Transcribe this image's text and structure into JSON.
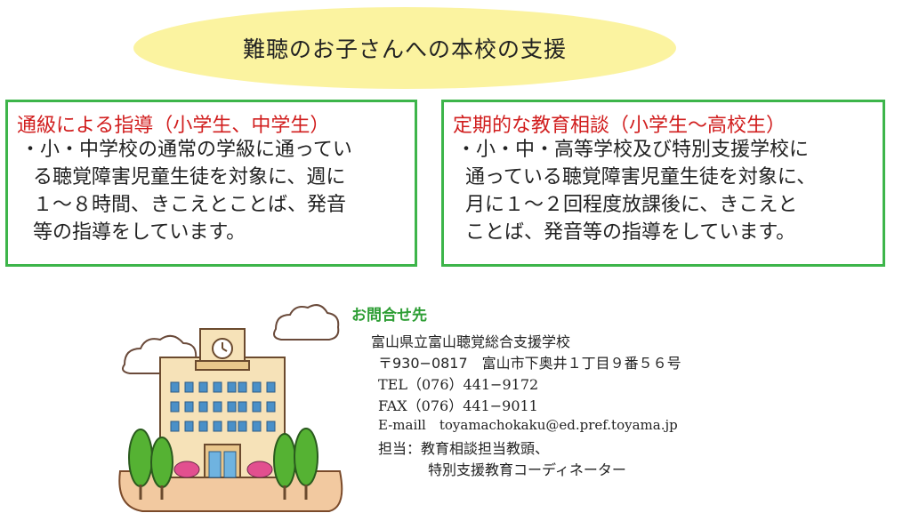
{
  "header": {
    "title": "難聴のお子さんへの本校の支援"
  },
  "left_box": {
    "heading": "通級による指導（小学生、中学生）",
    "lines": [
      "・小・中学校の通常の学級に通ってい",
      "る聴覚障害児童生徒を対象に、週に",
      "１～８時間、きこえとことば、発音",
      "等の指導をしています。"
    ]
  },
  "right_box": {
    "heading": "定期的な教育相談（小学生～高校生）",
    "lines": [
      "・小・中・高等学校及び特別支援学校に",
      "通っている聴覚障害児童生徒を対象に、",
      "月に１～２回程度放課後に、きこえと",
      "ことば、発音等の指導をしています。"
    ]
  },
  "contact": {
    "title": "お問合せ先",
    "school": "富山県立富山聴覚総合支援学校",
    "address": "〒930−0817　富山市下奥井１丁目９番５６号",
    "tel": "TEL（076）441−9172",
    "fax": "FAX（076）441−9011",
    "email": "E-maill　toyamachokaku@ed.pref.toyama.jp",
    "person_1": "担当：教育相談担当教頭、",
    "person_2": "特別支援教育コーディネーター"
  },
  "colors": {
    "title_bg": "#fbf3a0",
    "box_border": "#3db54a",
    "heading_red": "#d11e1e",
    "contact_green": "#2e9e35"
  },
  "illustration": {
    "name": "school-building-illustration"
  }
}
